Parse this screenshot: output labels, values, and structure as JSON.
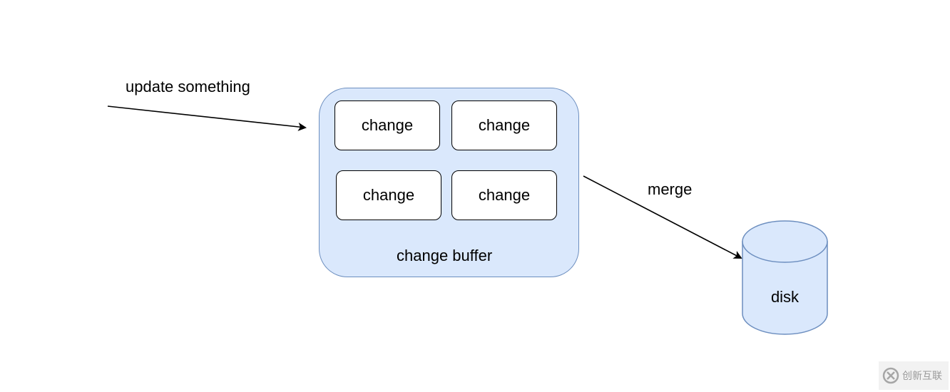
{
  "labels": {
    "update": "update something",
    "merge": "merge",
    "buffer": "change buffer",
    "disk": "disk"
  },
  "changes": [
    "change",
    "change",
    "change",
    "change"
  ],
  "watermark": {
    "text": "创新互联"
  },
  "colors": {
    "buffer_fill": "#dae8fc",
    "buffer_stroke": "#6c8ebf",
    "box_stroke": "#000000",
    "arrow": "#000000"
  },
  "icons": {
    "disk": "cylinder-icon",
    "watermark": "logo-icon"
  }
}
